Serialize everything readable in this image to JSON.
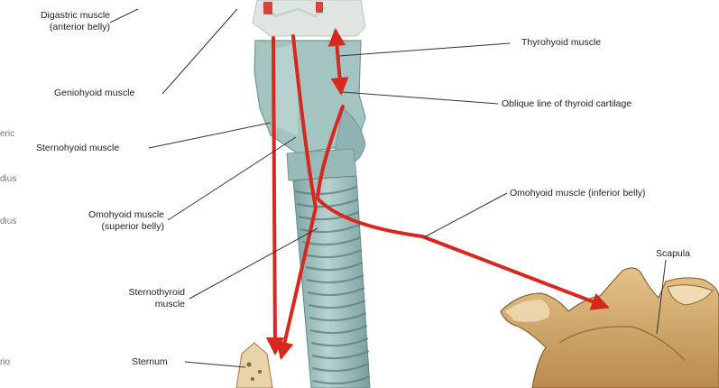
{
  "labels": {
    "digastric": [
      "Digastric muscle",
      "(anterior belly)"
    ],
    "geniohyoid": "Geniohyoid muscle",
    "sternohyoid": "Sternohyoid muscle",
    "omohyoid_superior": [
      "Omohyoid muscle",
      "(superior belly)"
    ],
    "sternothyroid": [
      "Sternothyroid",
      "muscle"
    ],
    "sternum": "Sternum",
    "thyrohyoid": "Thyrohyoid muscle",
    "oblique_line": "Oblique line of thyroid cartilage",
    "omohyoid_inferior": "Omohyoid muscle (inferior belly)",
    "scapula": "Scapula"
  },
  "edge_fragments": [
    "eric",
    "dius",
    "dius",
    "rio"
  ],
  "colors": {
    "arrow": "#d6281f",
    "cartilage": "#a9c6c4",
    "cartilage_dark": "#6f9896",
    "bone": "#c89a5a",
    "bone_light": "#e9d2a6",
    "leader": "#333333"
  }
}
